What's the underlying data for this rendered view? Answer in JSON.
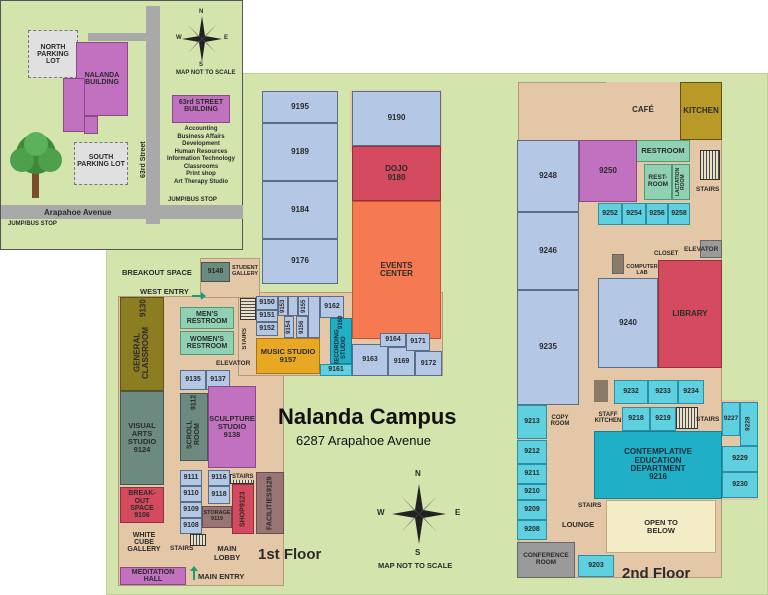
{
  "inset": {
    "north_parking": "NORTH PARKING LOT",
    "nalanda_building": "NALANDA BUILDING",
    "south_parking": "SOUTH PARKING LOT",
    "street_63": "63rd Street",
    "building_63": "63rd STREET BUILDING",
    "building_63_list": [
      "Accounting",
      "Business Affairs",
      "Development",
      "Human Resources",
      "Information Technology",
      "Classrooms",
      "Print shop",
      "Art Therapy Studio"
    ],
    "jump_bus_stop_1": "JUMP/BUS STOP",
    "jump_bus_stop_2": "JUMP/BUS STOP",
    "arapahoe_avenue": "Arapahoe Avenue",
    "map_not_to_scale": "MAP NOT TO SCALE",
    "compass": {
      "n": "N",
      "s": "S",
      "e": "E",
      "w": "W"
    }
  },
  "title": "Nalanda Campus",
  "address": "6287 Arapahoe Avenue",
  "floor1_label": "1st Floor",
  "floor2_label": "2nd Floor",
  "map_not_to_scale": "MAP NOT TO SCALE",
  "compass": {
    "n": "N",
    "s": "S",
    "e": "E",
    "w": "W"
  },
  "floor1": {
    "r9195": "9195",
    "r9189": "9189",
    "r9184": "9184",
    "r9176": "9176",
    "r9190": "9190",
    "dojo": "DOJO",
    "dojo_num": "9180",
    "events_center": "EVENTS CENTER",
    "breakout_space": "BREAKOUT SPACE",
    "r9148": "9148",
    "student_gallery": "STUDENT GALLERY",
    "west_entry": "WEST ENTRY",
    "r9150": "9150",
    "r9151": "9151",
    "r9152": "9152",
    "r9153": "9153",
    "r9154": "9154",
    "r9155": "9155",
    "r9156": "9156",
    "r9162": "9162",
    "recording_studio": "RECORDING STUDIO",
    "recording_num": "9160",
    "music_studio": "MUSIC STUDIO",
    "music_num": "9157",
    "r9161": "9161",
    "r9163": "9163",
    "r9164": "9164",
    "r9169": "9169",
    "r9171": "9171",
    "r9172": "9172",
    "mens_restroom": "MEN'S RESTROOM",
    "womens_restroom": "WOMEN'S RESTROOM",
    "stairs": "STAIRS",
    "elevator": "ELEVATOR",
    "general_classroom": "GENERAL CLASSROOM",
    "general_num": "9130",
    "r9135": "9135",
    "r9137": "9137",
    "scroll_room": "SCROLL ROOM",
    "scroll_num": "9112",
    "sculpture_studio": "SCULPTURE STUDIO",
    "sculpture_num": "9138",
    "visual_arts": "VISUAL ARTS STUDIO",
    "visual_num": "9124",
    "breakout_space2": "BREAK-OUT SPACE",
    "breakout_num": "9106",
    "r9111": "9111",
    "r9110": "9110",
    "r9109": "9109",
    "r9108": "9108",
    "r9116": "9116",
    "r9118": "9118",
    "storage": "STORAGE",
    "storage_num": "9119",
    "shop": "SHOP",
    "shop_num": "9123",
    "facilities": "FACILITIES",
    "facilities_num": "9129",
    "white_cube": "WHITE CUBE GALLERY",
    "stairs2": "STAIRS",
    "main_lobby": "MAIN LOBBY",
    "meditation_hall": "MEDITATION HALL",
    "main_entry": "MAIN ENTRY"
  },
  "floor2": {
    "cafe": "CAFÉ",
    "kitchen": "KITCHEN",
    "restroom": "RESTROOM",
    "restroom2": "REST-ROOM",
    "lactation_room": "LACTATION ROOM",
    "stairs": "STAIRS",
    "r9248": "9248",
    "r9250": "9250",
    "r9252": "9252",
    "r9254": "9254",
    "r9256": "9256",
    "r9258": "9258",
    "r9246": "9246",
    "closet": "CLOSET",
    "elevator": "ELEVATOR",
    "computer_lab": "COMPUTER LAB",
    "r9240": "9240",
    "library": "LIBRARY",
    "r9235": "9235",
    "r9232": "9232",
    "r9233": "9233",
    "r9234": "9234",
    "r9213": "9213",
    "copy_room": "COPY ROOM",
    "staff_kitchen": "STAFF KITCHEN",
    "r9218": "9218",
    "r9219": "9219",
    "stairs2": "STAIRS",
    "r9227": "9227",
    "r9228": "9228",
    "r9212": "9212",
    "r9211": "9211",
    "r9210": "9210",
    "r9209": "9209",
    "r9208": "9208",
    "ced": "CONTEMPLATIVE EDUCATION DEPARTMENT",
    "ced_num": "9216",
    "r9229": "9229",
    "r9230": "9230",
    "stairs3": "STAIRS",
    "lounge": "LOUNGE",
    "open_below": "OPEN TO BELOW",
    "conference_room": "CONFERENCE ROOM",
    "r9203": "9203"
  },
  "colors": {
    "map_green": "#d3e4ad",
    "corridor": "#e3c7a6",
    "blue_room": "#b4c8e6",
    "cyan_room": "#5ed0e0",
    "events": "#f57a52",
    "dojo": "#d44a5f",
    "library": "#d44a5f",
    "music": "#e8a823",
    "sculpture": "#c171c0",
    "ced": "#1fb0c8"
  }
}
